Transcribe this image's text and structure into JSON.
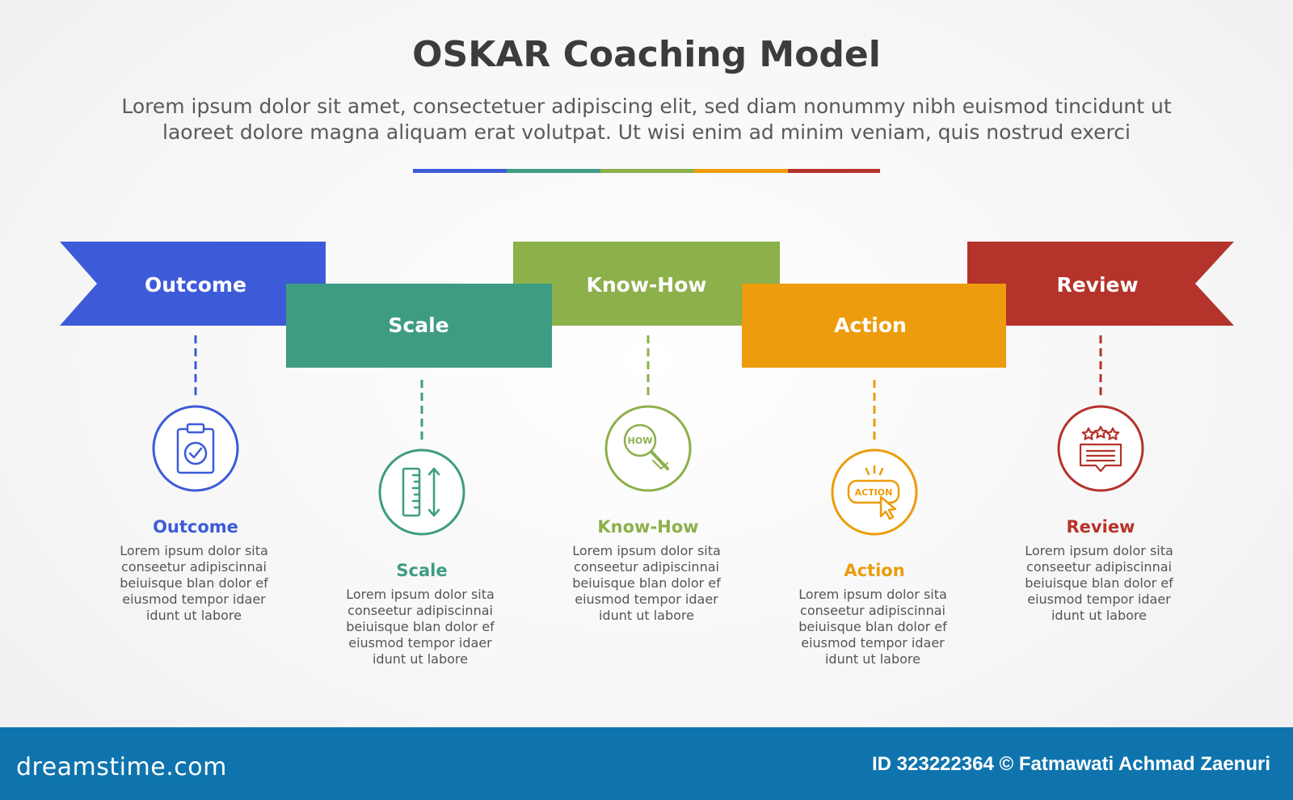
{
  "title": "OSKAR Coaching Model",
  "subtitle": {
    "line1": "Lorem ipsum dolor sit amet, consectetuer adipiscing elit, sed diam nonummy nibh euismod tincidunt ut",
    "line2": "laoreet dolore magna aliquam erat volutpat. Ut wisi enim ad minim veniam, quis nostrud exerci"
  },
  "steps": [
    {
      "label": "Outcome",
      "heading": "Outcome",
      "color": "#3d5bd9",
      "icon": "clipboard-check-icon",
      "text": [
        "Lorem ipsum dolor sita",
        "conseetur adipiscinnai",
        "beiuisque blan dolor ef",
        "eiusmod tempor idaer",
        "idunt ut labore"
      ]
    },
    {
      "label": "Scale",
      "heading": "Scale",
      "color": "#3e9c82",
      "icon": "ruler-scale-icon",
      "text": [
        "Lorem ipsum dolor sita",
        "conseetur adipiscinnai",
        "beiuisque blan dolor ef",
        "eiusmod tempor idaer",
        "idunt ut labore"
      ]
    },
    {
      "label": "Know-How",
      "heading": "Know-How",
      "color": "#8cb04a",
      "icon": "how-magnifier-icon",
      "icon_text": "HOW",
      "text": [
        "Lorem ipsum dolor sita",
        "conseetur adipiscinnai",
        "beiuisque blan dolor ef",
        "eiusmod tempor idaer",
        "idunt ut labore"
      ]
    },
    {
      "label": "Action",
      "heading": "Action",
      "color": "#ec9c0c",
      "icon": "action-click-icon",
      "icon_text": "ACTION",
      "text": [
        "Lorem ipsum dolor sita",
        "conseetur adipiscinnai",
        "beiuisque blan dolor ef",
        "eiusmod tempor idaer",
        "idunt ut labore"
      ]
    },
    {
      "label": "Review",
      "heading": "Review",
      "color": "#b4332a",
      "icon": "star-review-icon",
      "text": [
        "Lorem ipsum dolor sita",
        "conseetur adipiscinnai",
        "beiuisque blan dolor ef",
        "eiusmod tempor idaer",
        "idunt ut labore"
      ]
    }
  ],
  "footer": {
    "brand": "dreamstime.com",
    "credit": "ID 323222364 © Fatmawati Achmad Zaenuri"
  }
}
